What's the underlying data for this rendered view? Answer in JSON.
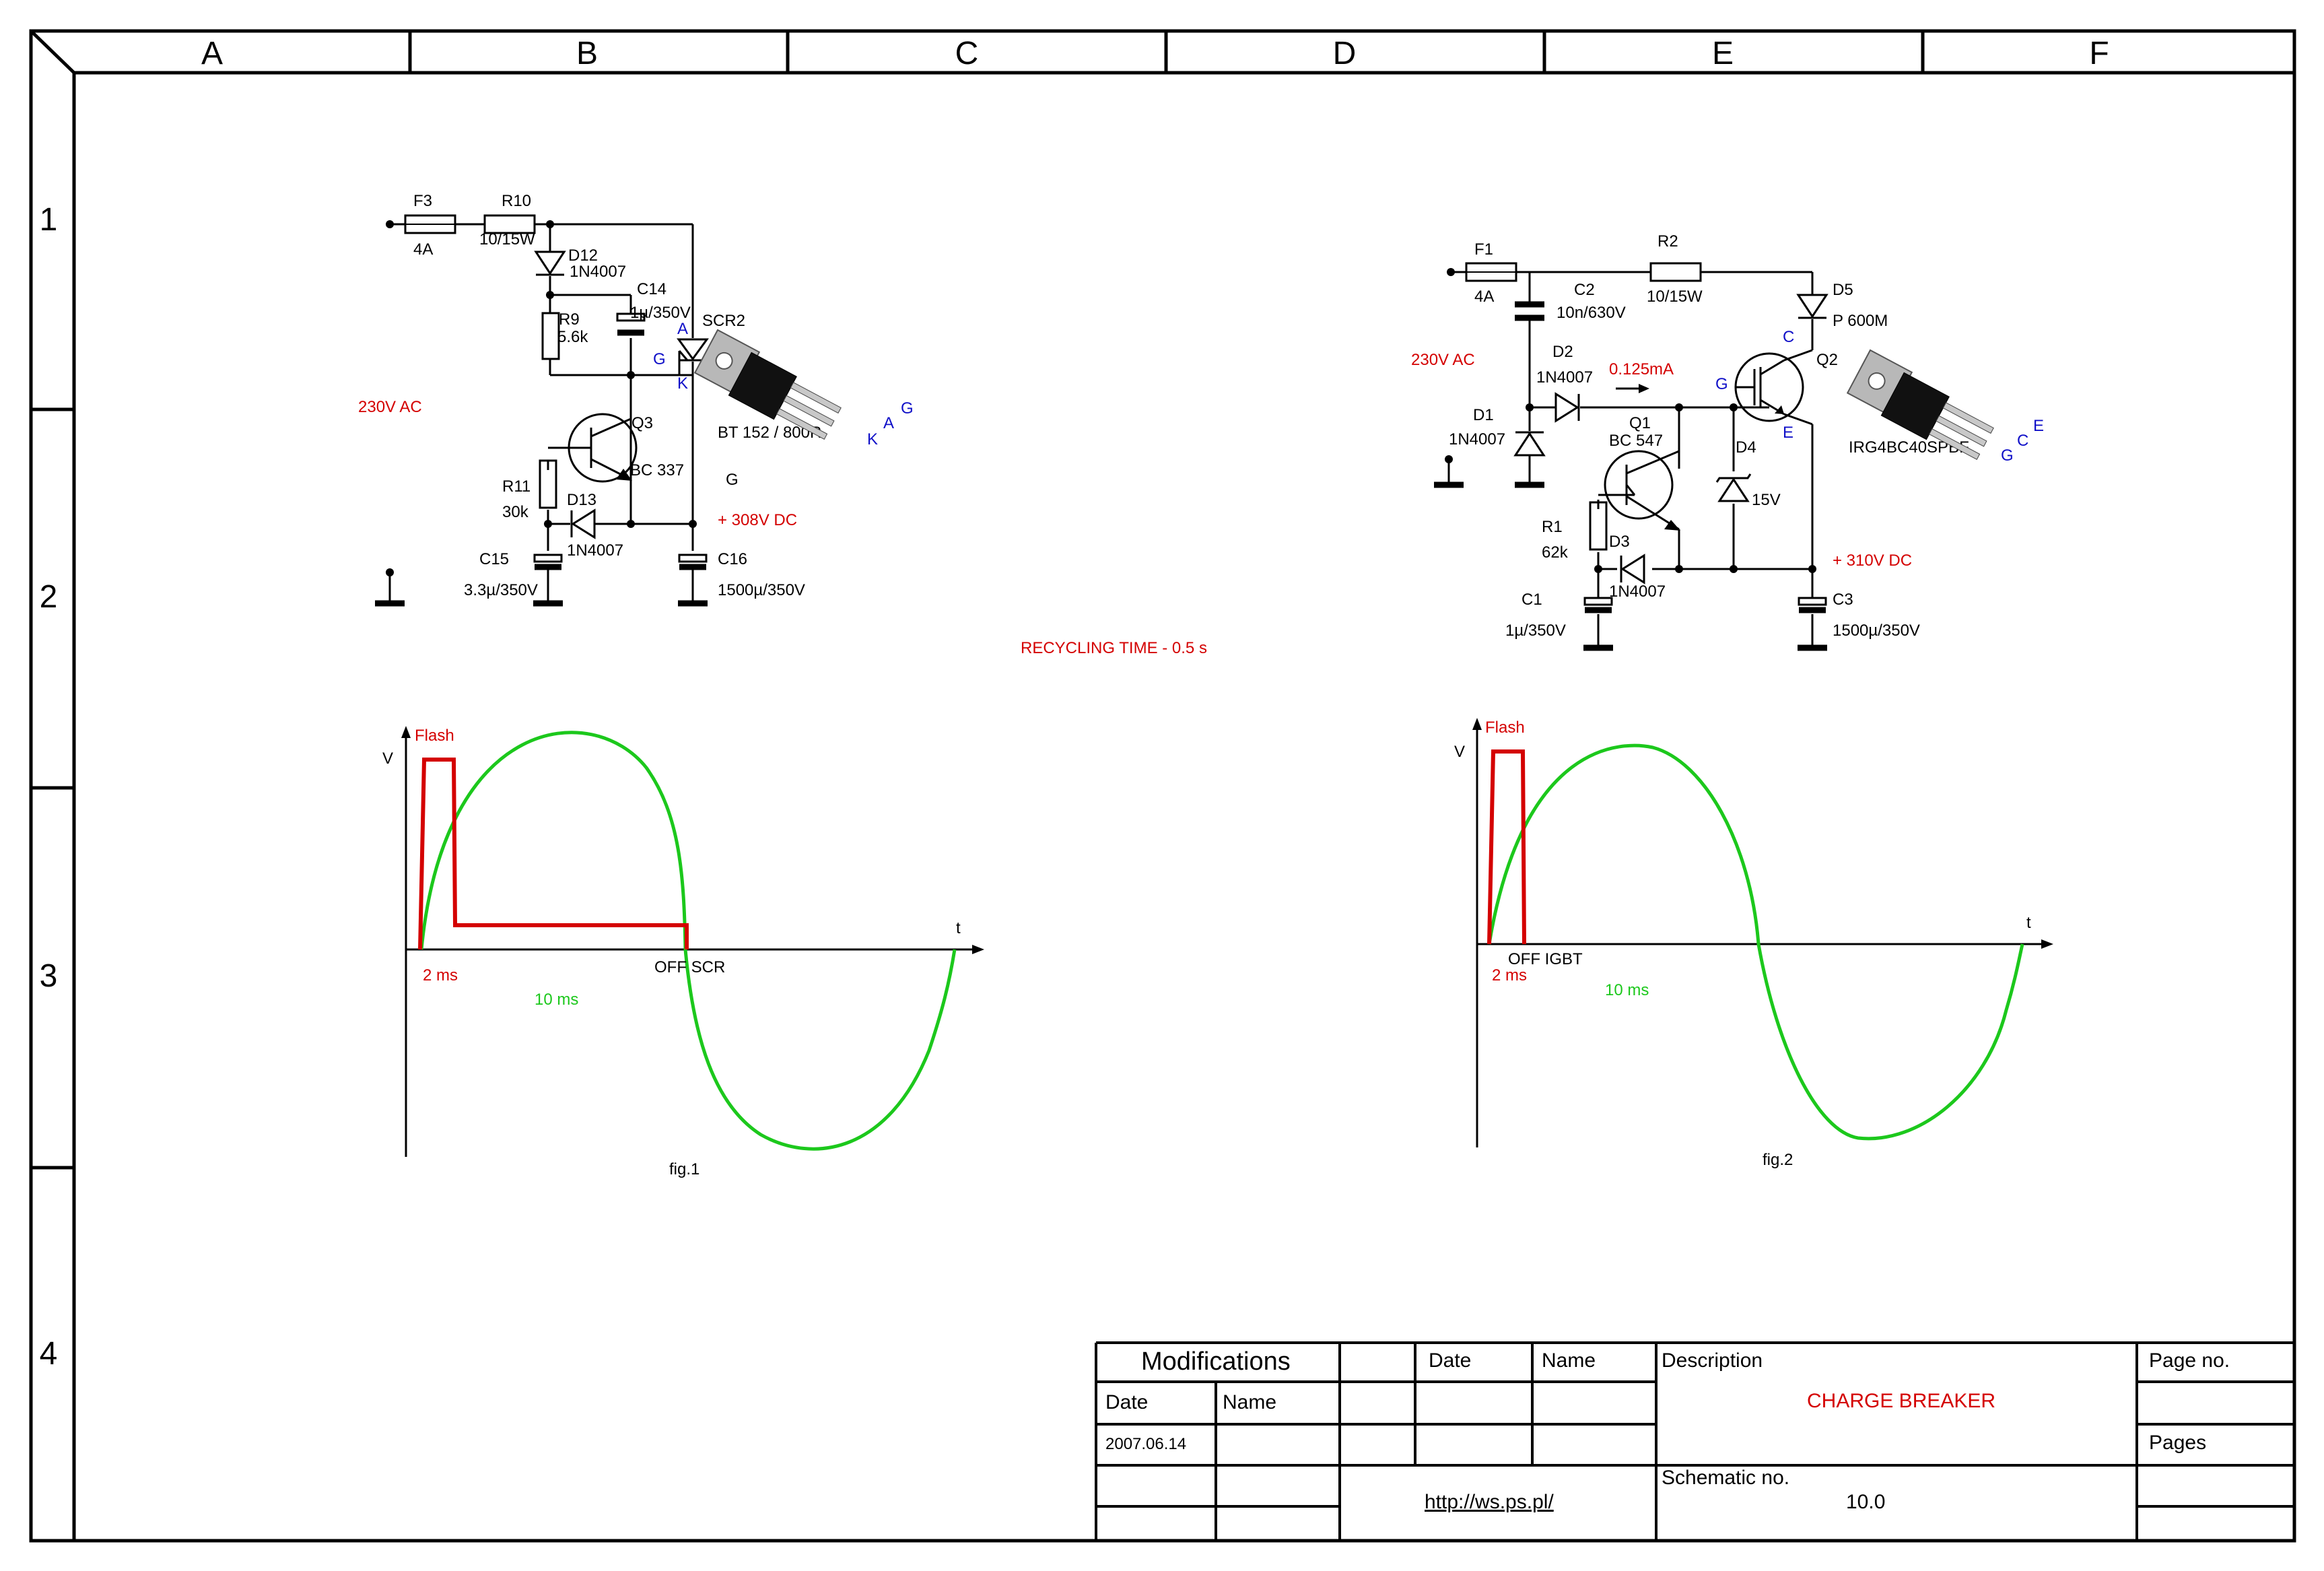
{
  "frame": {
    "columns": [
      "A",
      "B",
      "C",
      "D",
      "E",
      "F"
    ],
    "rows": [
      "1",
      "2",
      "3",
      "4"
    ]
  },
  "colors": {
    "accent_red": "#d40000",
    "pin_blue": "#1010c8",
    "wave_green": "#1cc81c"
  },
  "circuit1": {
    "input": "230V AC",
    "f3": {
      "ref": "F3",
      "value": "4A"
    },
    "r10": {
      "ref": "R10",
      "value": "10/15W"
    },
    "d12": {
      "ref": "D12",
      "value": "1N4007"
    },
    "c14": {
      "ref": "C14",
      "value": "1µ/350V"
    },
    "r9": {
      "ref": "R9",
      "value": "5.6k"
    },
    "scr2": {
      "ref": "SCR2",
      "pin_a": "A",
      "pin_g": "G",
      "pin_k": "K",
      "part": "BT 152 / 800R"
    },
    "pkg_pins": {
      "g": "G",
      "a": "A",
      "k": "K"
    },
    "q3": {
      "ref": "Q3",
      "value": "BC 337"
    },
    "g_label": "G",
    "r11": {
      "ref": "R11",
      "value": "30k"
    },
    "d13": {
      "ref": "D13",
      "value": "1N4007"
    },
    "c15": {
      "ref": "C15",
      "value": "3.3µ/350V"
    },
    "c16": {
      "ref": "C16",
      "value": "1500µ/350V"
    },
    "output": "+ 308V DC"
  },
  "recycling": "RECYCLING TIME - 0.5 s",
  "circuit2": {
    "input": "230V AC",
    "f1": {
      "ref": "F1",
      "value": "4A"
    },
    "c2": {
      "ref": "C2",
      "value": "10n/630V"
    },
    "r2": {
      "ref": "R2",
      "value": "10/15W"
    },
    "d5": {
      "ref": "D5",
      "value": "P 600M"
    },
    "d2": {
      "ref": "D2",
      "value": "1N4007"
    },
    "current": "0.125mA",
    "q2": {
      "ref": "Q2",
      "pin_c": "C",
      "pin_g": "G",
      "pin_e": "E",
      "part": "IRG4BC40SPBF"
    },
    "pkg_pins": {
      "e": "E",
      "c": "C",
      "g": "G"
    },
    "d1": {
      "ref": "D1",
      "value": "1N4007"
    },
    "q1": {
      "ref": "Q1",
      "value": "BC 547"
    },
    "d4": {
      "ref": "D4",
      "value": "15V"
    },
    "r1": {
      "ref": "R1",
      "value": "62k"
    },
    "d3": {
      "ref": "D3",
      "value": "1N4007"
    },
    "c1": {
      "ref": "C1",
      "value": "1µ/350V"
    },
    "c3": {
      "ref": "C3",
      "value": "1500µ/350V"
    },
    "output": "+ 310V DC"
  },
  "fig1": {
    "caption": "fig.1",
    "y_axis": "V",
    "x_axis": "t",
    "flash": "Flash",
    "t_flash": "2 ms",
    "t_half": "10 ms",
    "off": "OFF SCR"
  },
  "fig2": {
    "caption": "fig.2",
    "y_axis": "V",
    "x_axis": "t",
    "flash": "Flash",
    "t_flash": "2 ms",
    "t_half": "10 ms",
    "off": "OFF IGBT"
  },
  "title_block": {
    "modifications": "Modifications",
    "date_hdr": "Date",
    "name_hdr": "Name",
    "date_hdr2": "Date",
    "name_hdr2": "Name",
    "date_value": "2007.06.14",
    "url": "http://ws.ps.pl/",
    "description_hdr": "Description",
    "description": "CHARGE BREAKER",
    "schematic_hdr": "Schematic no.",
    "schematic_no": "10.0",
    "page_hdr": "Page no.",
    "pages_hdr": "Pages"
  }
}
